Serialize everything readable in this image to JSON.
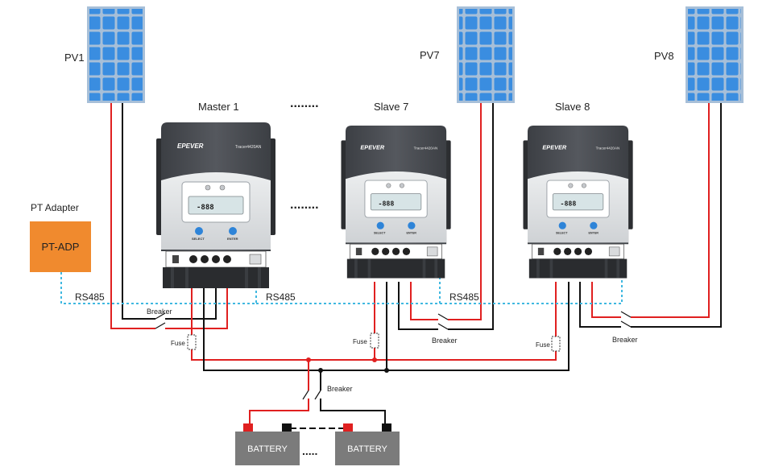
{
  "labels": {
    "pv1": "PV1",
    "pv7": "PV7",
    "pv8": "PV8",
    "master": "Master 1",
    "slave7": "Slave 7",
    "slave8": "Slave 8",
    "dots_top": "........",
    "dots_mid": "........",
    "pt_adapter": "PT Adapter",
    "pt_adp": "PT-ADP",
    "rs485_1": "RS485",
    "rs485_2": "RS485",
    "rs485_3": "RS485",
    "breaker_1": "Breaker",
    "breaker_2": "Breaker",
    "breaker_3": "Breaker",
    "breaker_main": "Breaker",
    "fuse_1": "Fuse",
    "fuse_2": "Fuse",
    "fuse_3": "Fuse",
    "battery_1": "BATTERY",
    "battery_2": "BATTERY",
    "battery_dots": "....."
  },
  "controller": {
    "brand": "EPEVER",
    "model": "Tracer4420AN",
    "select": "SELECT",
    "enter": "ENTER",
    "lcd": "-888"
  },
  "colors": {
    "panel_frame": "#a7bfd8",
    "panel_cell": "#3a8de0",
    "controller_body": "#4a4d52",
    "controller_lower": "#d9dbdd",
    "adapter": "#f08a2e",
    "battery": "#7b7b7b",
    "positive_wire": "#e02020",
    "negative_wire": "#111111",
    "rs485_wire": "#3fb8e0"
  }
}
